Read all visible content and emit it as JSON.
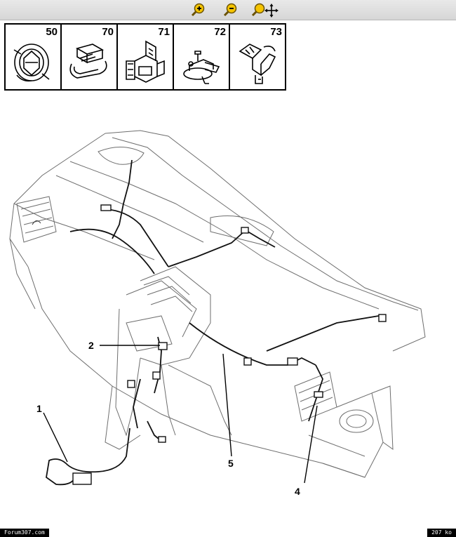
{
  "toolbar": {
    "tools": [
      {
        "icon": "zoom-in-icon"
      },
      {
        "icon": "zoom-out-icon"
      },
      {
        "icon": "zoom-pan-icon"
      }
    ],
    "accent_color": "#f5c400"
  },
  "parts_strip": {
    "items": [
      {
        "number": "50",
        "icon": "grommet-clip-icon"
      },
      {
        "number": "70",
        "icon": "strap-clip-icon"
      },
      {
        "number": "71",
        "icon": "connector-clip-icon"
      },
      {
        "number": "72",
        "icon": "stud-clip-icon"
      },
      {
        "number": "73",
        "icon": "harness-clip-icon"
      }
    ]
  },
  "callouts": [
    "1",
    "2",
    "4",
    "5"
  ],
  "footer": {
    "left": "Forum307.com",
    "right": "207 ko"
  }
}
